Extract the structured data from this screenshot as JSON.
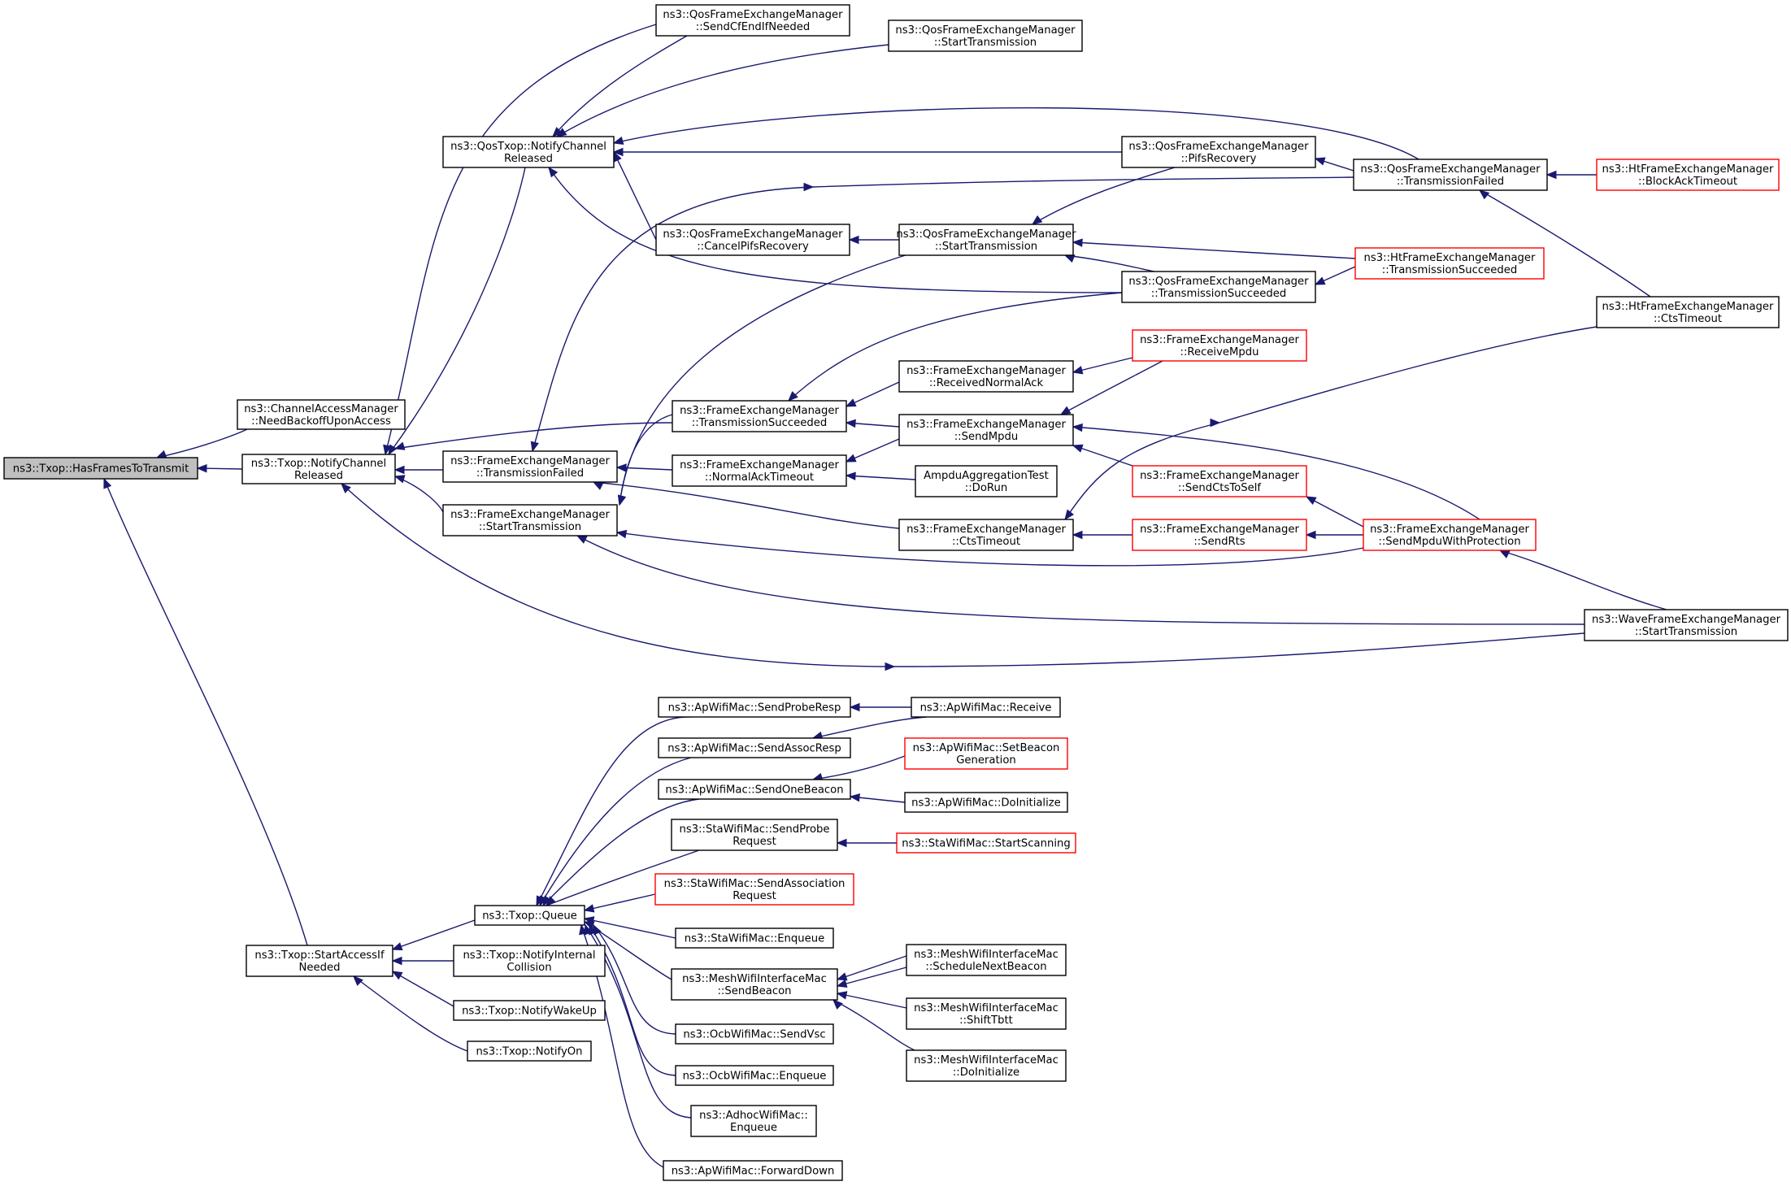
{
  "colors": {
    "edge": "#191970",
    "root_fill": "#bfbfbf",
    "normal_border": "#000000",
    "truncated_border": "#ff0000"
  },
  "nodes": {
    "root": [
      "ns3::Txop::HasFramesToTransmit"
    ],
    "camNeedBackoff": [
      "ns3::ChannelAccessManager",
      "::NeedBackoffUponAccess"
    ],
    "txopNotifyCR": [
      "ns3::Txop::NotifyChannel",
      "Released"
    ],
    "qosTxopNotifyCR": [
      "ns3::QosTxop::NotifyChannel",
      "Released"
    ],
    "femTxFailed": [
      "ns3::FrameExchangeManager",
      "::TransmissionFailed"
    ],
    "femStartTx": [
      "ns3::FrameExchangeManager",
      "::StartTransmission"
    ],
    "qfemSendCfEnd": [
      "ns3::QosFrameExchangeManager",
      "::SendCfEndIfNeeded"
    ],
    "qfemStartTxTop": [
      "ns3::QosFrameExchangeManager",
      "::StartTransmission"
    ],
    "qfemCancelPifs": [
      "ns3::QosFrameExchangeManager",
      "::CancelPifsRecovery"
    ],
    "qfemStartTx": [
      "ns3::QosFrameExchangeManager",
      "::StartTransmission"
    ],
    "femTxSucceeded": [
      "ns3::FrameExchangeManager",
      "::TransmissionSucceeded"
    ],
    "femNormalAckTimeout": [
      "ns3::FrameExchangeManager",
      "::NormalAckTimeout"
    ],
    "femRecvNormalAck": [
      "ns3::FrameExchangeManager",
      "::ReceivedNormalAck"
    ],
    "femSendMpdu": [
      "ns3::FrameExchangeManager",
      "::SendMpdu"
    ],
    "ampduDoRun": [
      "AmpduAggregationTest",
      "::DoRun"
    ],
    "femCtsTimeout": [
      "ns3::FrameExchangeManager",
      "::CtsTimeout"
    ],
    "qfemPifsRecovery": [
      "ns3::QosFrameExchangeManager",
      "::PifsRecovery"
    ],
    "qfemTxSucceeded": [
      "ns3::QosFrameExchangeManager",
      "::TransmissionSucceeded"
    ],
    "femReceiveMpdu": [
      "ns3::FrameExchangeManager",
      "::ReceiveMpdu"
    ],
    "femSendCtsToSelf": [
      "ns3::FrameExchangeManager",
      "::SendCtsToSelf"
    ],
    "femSendRts": [
      "ns3::FrameExchangeManager",
      "::SendRts"
    ],
    "qfemTxFailed": [
      "ns3::QosFrameExchangeManager",
      "::TransmissionFailed"
    ],
    "htfemTxSucceeded": [
      "ns3::HtFrameExchangeManager",
      "::TransmissionSucceeded"
    ],
    "femSendMpduWithProt": [
      "ns3::FrameExchangeManager",
      "::SendMpduWithProtection"
    ],
    "htfemBlockAck": [
      "ns3::HtFrameExchangeManager",
      "::BlockAckTimeout"
    ],
    "htfemCtsTimeout": [
      "ns3::HtFrameExchangeManager",
      "::CtsTimeout"
    ],
    "wavefemStartTx": [
      "ns3::WaveFrameExchangeManager",
      "::StartTransmission"
    ],
    "txopStartAccess": [
      "ns3::Txop::StartAccessIf",
      "Needed"
    ],
    "txopQueue": [
      "ns3::Txop::Queue"
    ],
    "txopNotifyIntColl": [
      "ns3::Txop::NotifyInternal",
      "Collision"
    ],
    "txopNotifyWakeUp": [
      "ns3::Txop::NotifyWakeUp"
    ],
    "txopNotifyOn": [
      "ns3::Txop::NotifyOn"
    ],
    "apSendProbeResp": [
      "ns3::ApWifiMac::SendProbeResp"
    ],
    "apSendAssocResp": [
      "ns3::ApWifiMac::SendAssocResp"
    ],
    "apSendOneBeacon": [
      "ns3::ApWifiMac::SendOneBeacon"
    ],
    "staSendProbeReq": [
      "ns3::StaWifiMac::SendProbe",
      "Request"
    ],
    "staSendAssocReq": [
      "ns3::StaWifiMac::SendAssociation",
      "Request"
    ],
    "staEnqueue": [
      "ns3::StaWifiMac::Enqueue"
    ],
    "meshSendBeacon": [
      "ns3::MeshWifiInterfaceMac",
      "::SendBeacon"
    ],
    "ocbSendVsc": [
      "ns3::OcbWifiMac::SendVsc"
    ],
    "ocbEnqueue": [
      "ns3::OcbWifiMac::Enqueue"
    ],
    "adhocEnqueue": [
      "ns3::AdhocWifiMac::",
      "Enqueue"
    ],
    "apForwardDown": [
      "ns3::ApWifiMac::ForwardDown"
    ],
    "apReceive": [
      "ns3::ApWifiMac::Receive"
    ],
    "apSetBeaconGen": [
      "ns3::ApWifiMac::SetBeacon",
      "Generation"
    ],
    "apDoInitialize": [
      "ns3::ApWifiMac::DoInitialize"
    ],
    "staStartScanning": [
      "ns3::StaWifiMac::StartScanning"
    ],
    "meshScheduleNext": [
      "ns3::MeshWifiInterfaceMac",
      "::ScheduleNextBeacon"
    ],
    "meshShiftTbtt": [
      "ns3::MeshWifiInterfaceMac",
      "::ShiftTbtt"
    ],
    "meshDoInitialize": [
      "ns3::MeshWifiInterfaceMac",
      "::DoInitialize"
    ]
  }
}
